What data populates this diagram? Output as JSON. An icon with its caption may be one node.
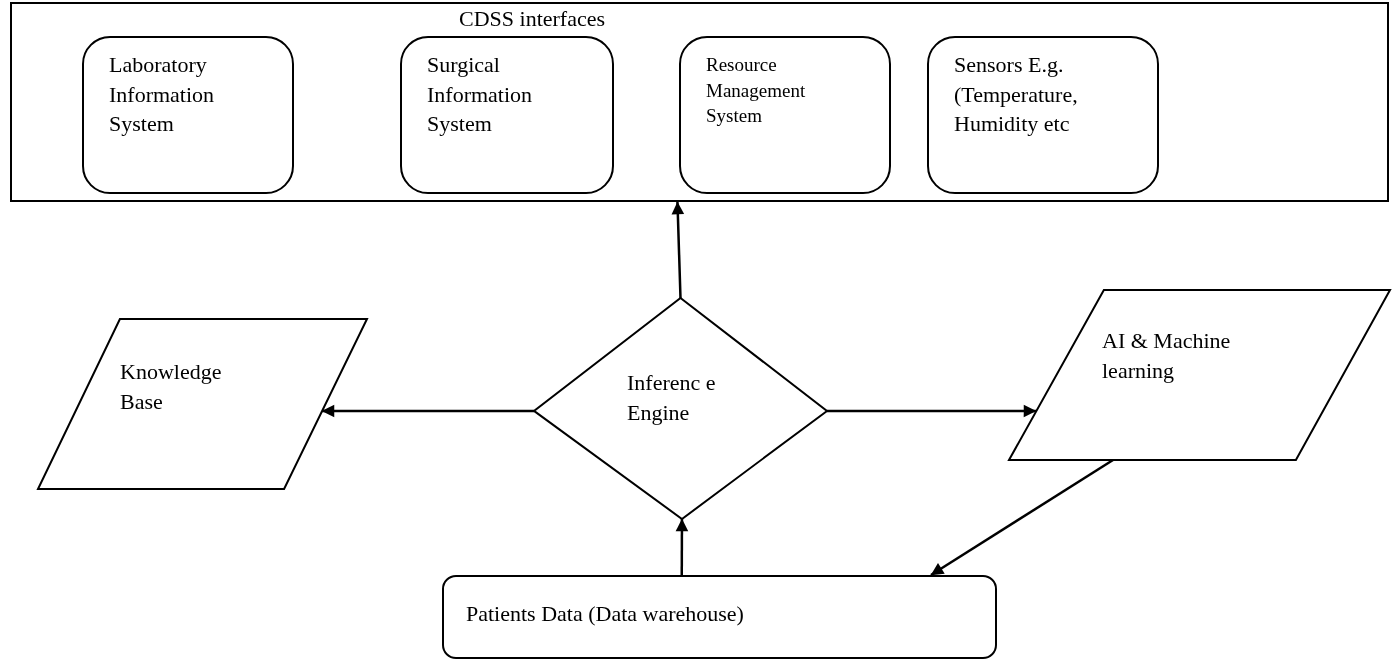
{
  "diagram": {
    "nodes": [
      {
        "text": [
          "CDSS interfaces"
        ]
      },
      {
        "text": [
          "Laboratory Information System"
        ],
        "in": 0
      },
      {
        "text": [
          "Surgical Information System"
        ],
        "in": 0
      },
      {
        "text": [
          "Resource Management System"
        ],
        "in": 0
      },
      {
        "text": [
          "Sensors E.g. (Temperature, Humidity etc"
        ],
        "in": 0
      },
      {
        "text": [
          "Knowledge Base"
        ]
      },
      {
        "text": [
          "Inferenc e Engine"
        ]
      },
      {
        "text": [
          "AI & Machine learning"
        ]
      },
      {
        "text": [
          "Patients Data (Data warehouse)"
        ]
      }
    ],
    "edges": [
      {
        "from": 6,
        "to": 0,
        "arrow": "to"
      },
      {
        "from": 6,
        "to": 5,
        "arrow": "to"
      },
      {
        "from": 6,
        "to": 7,
        "arrow": "to"
      },
      {
        "from": 8,
        "to": 6,
        "arrow": "to"
      },
      {
        "from": 7,
        "to": 8,
        "arrow": "to"
      }
    ]
  }
}
